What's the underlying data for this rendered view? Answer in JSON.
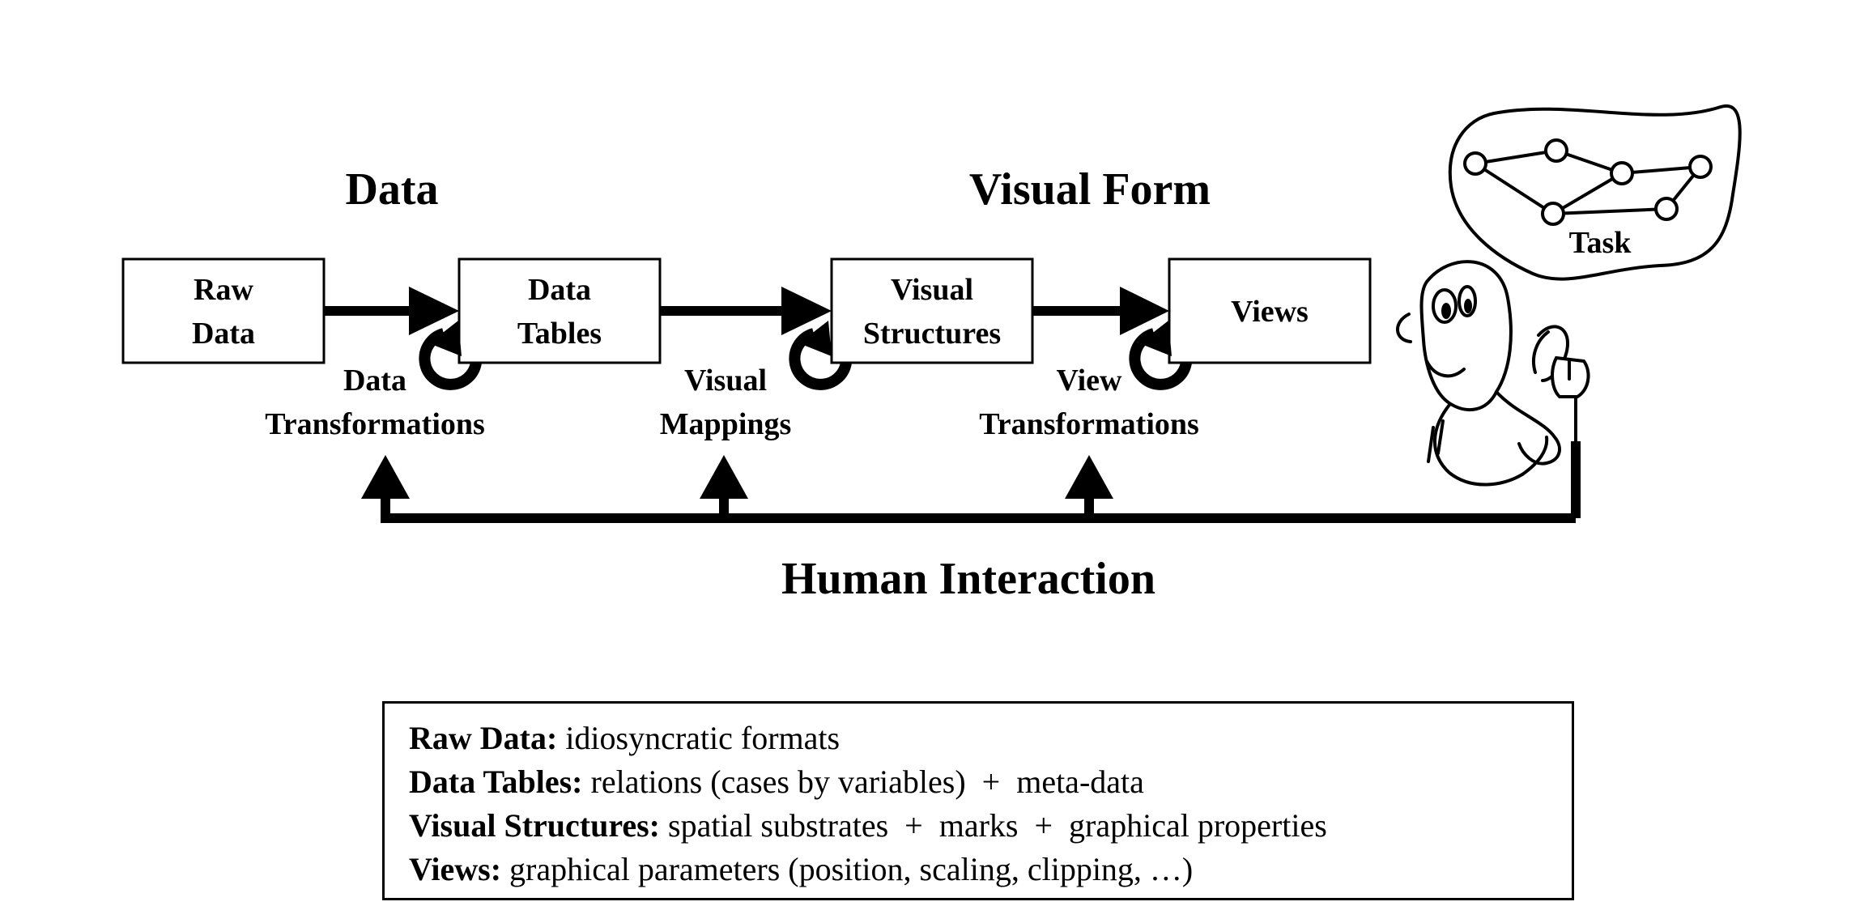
{
  "headings": {
    "data": "Data",
    "visual_form": "Visual Form",
    "human_interaction": "Human Interaction"
  },
  "stages": [
    {
      "line1": "Raw",
      "line2": "Data"
    },
    {
      "line1": "Data",
      "line2": "Tables"
    },
    {
      "line1": "Visual",
      "line2": "Structures"
    },
    {
      "line1": "Views",
      "line2": ""
    }
  ],
  "transforms": [
    {
      "line1": "Data",
      "line2": "Transformations"
    },
    {
      "line1": "Visual",
      "line2": "Mappings"
    },
    {
      "line1": "View",
      "line2": "Transformations"
    }
  ],
  "task_label": "Task",
  "legend": [
    {
      "term": "Raw Data:",
      "desc": " idiosyncratic formats"
    },
    {
      "term": "Data Tables:",
      "desc": " relations (cases by variables)  +  meta-data"
    },
    {
      "term": "Visual Structures:",
      "desc": " spatial substrates  +  marks  +  graphical properties"
    },
    {
      "term": "Views:",
      "desc": " graphical parameters (position, scaling, clipping, …)"
    }
  ]
}
